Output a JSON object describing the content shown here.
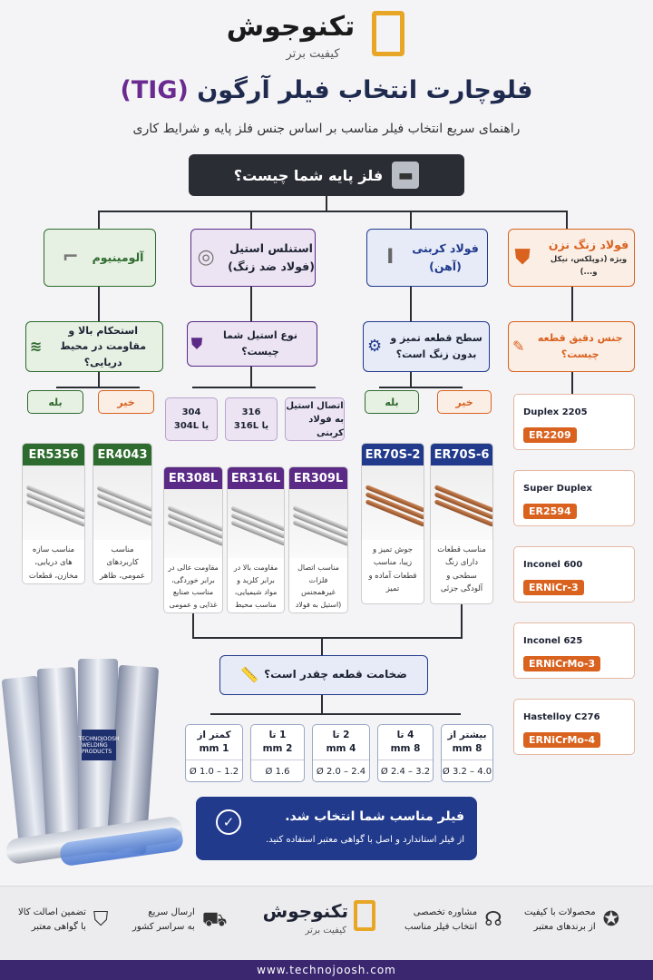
{
  "brand": {
    "name": "تکنوجوش",
    "tagline": "کیفیت برتر"
  },
  "title": {
    "main": "فلوچارت انتخاب فیلر آرگون",
    "tig": "(TIG)",
    "subtitle": "راهنمای سریع انتخاب فیلر مناسب بر اساس جنس فلز پایه و شرایط کاری"
  },
  "root": {
    "label": "فلز پایه شما چیست؟",
    "icon": "i-beam-icon"
  },
  "categories": [
    {
      "id": "stainless-duplex",
      "line1": "فولاد زنگ نزن",
      "line2": "ویژه (دوپلکس، نیکل و...)",
      "color": "#d9621f",
      "bg": "#fbeee5",
      "icon": "shield-icon"
    },
    {
      "id": "carbon",
      "line1": "فولاد کربنی",
      "line2": "(آهن)",
      "color": "#213a8c",
      "bg": "#e6ebf7",
      "icon": "i-beam-icon"
    },
    {
      "id": "stainless",
      "line1": "استنلس استیل",
      "line2": "(فولاد ضد زنگ)",
      "color": "#5a2a86",
      "bg": "#ece4f3",
      "icon": "pipes-icon"
    },
    {
      "id": "aluminum",
      "line1": "آلومینیوم",
      "line2": "",
      "color": "#2e6b2e",
      "bg": "#e6f0e3",
      "icon": "aluminum-profile-icon"
    }
  ],
  "questions": {
    "special": "جنس دقیق قطعه چیست؟",
    "carbon": "سطح قطعه تمیز و بدون زنگ است؟",
    "stainless": "نوع استیل شما چیست؟",
    "aluminum": "استحکام بالا و مقاومت در محیط دریایی؟"
  },
  "answers": {
    "yes": "بله",
    "no": "خیر"
  },
  "stainless_choices": [
    {
      "a": "اتصال استیل",
      "b": "به فولاد کربنی"
    },
    {
      "a": "316",
      "b": "یا 316L"
    },
    {
      "a": "304",
      "b": "یا 304L"
    }
  ],
  "products": [
    {
      "code": "ER70S-6",
      "desc": "مناسب قطعات دارای زنگ سطحی و آلودگی جزئی",
      "color": "#213a8c",
      "rod": "copper"
    },
    {
      "code": "ER70S-2",
      "desc": "جوش تمیز و زیبا، مناسب قطعات آماده و تمیز",
      "color": "#213a8c",
      "rod": "copper"
    },
    {
      "code": "ER309L",
      "desc": "مناسب اتصال فلزات غیرهمجنس (استیل به فولاد کربنی)",
      "color": "#5a2a86",
      "rod": "steel"
    },
    {
      "code": "ER316L",
      "desc": "مقاومت بالا در برابر کلرید و مواد شیمیایی، مناسب محیط های خورنده",
      "color": "#5a2a86",
      "rod": "steel"
    },
    {
      "code": "ER308L",
      "desc": "مقاومت عالی در برابر خوردگی، مناسب صنایع غذایی و عمومی",
      "color": "#5a2a86",
      "rod": "steel"
    },
    {
      "code": "ER4043",
      "desc": "مناسب کاربردهای عمومی، ظاهر جوش بهتر",
      "color": "#2e6b2e",
      "rod": "steel"
    },
    {
      "code": "ER5356",
      "desc": "مناسب سازه های دریایی، مخازن، قطعات تحت بار",
      "color": "#2e6b2e",
      "rod": "steel"
    }
  ],
  "special_steels": [
    {
      "name": "Duplex 2205",
      "code": "ER2209"
    },
    {
      "name": "Super Duplex",
      "code": "ER2594"
    },
    {
      "name": "Inconel 600",
      "code": "ERNiCr-3"
    },
    {
      "name": "Inconel 625",
      "code": "ERNiCrMo-3"
    },
    {
      "name": "Hastelloy C276",
      "code": "ERNiCrMo-4"
    }
  ],
  "thickness_question": "ضخامت قطعه چقدر است؟",
  "thickness": [
    {
      "t1": "بیشتر از",
      "t2": "8 mm",
      "d": "Ø 3.2 – 4.0"
    },
    {
      "t1": "4 تا",
      "t2": "8 mm",
      "d": "Ø 2.4 – 3.2"
    },
    {
      "t1": "2 تا",
      "t2": "4 mm",
      "d": "Ø 2.0 – 2.4"
    },
    {
      "t1": "1 تا",
      "t2": "2 mm",
      "d": "Ø 1.6"
    },
    {
      "t1": "کمتر از",
      "t2": "1 mm",
      "d": "Ø 1.0 – 1.2"
    }
  ],
  "final": {
    "title": "فیلر مناسب شما انتخاب شد.",
    "text": "از فیلر استاندارد و اصل با گواهی معتبر استفاده کنید."
  },
  "product_photo": {
    "label1": "TECHNOJOOSH",
    "label2": "WELDING PRODUCTS"
  },
  "footer": [
    {
      "a": "محصولات با کیفیت",
      "b": "از برندهای معتبر",
      "icon": "award-icon"
    },
    {
      "a": "مشاوره تخصصی",
      "b": "انتخاب فیلر مناسب",
      "icon": "headset-icon"
    },
    {
      "a": "ارسال سریع",
      "b": "به سراسر کشور",
      "icon": "truck-icon"
    },
    {
      "a": "تضمین اصالت کالا",
      "b": "با گواهی معتبر",
      "icon": "shield-check-icon"
    }
  ],
  "url": "www.technojoosh.com"
}
